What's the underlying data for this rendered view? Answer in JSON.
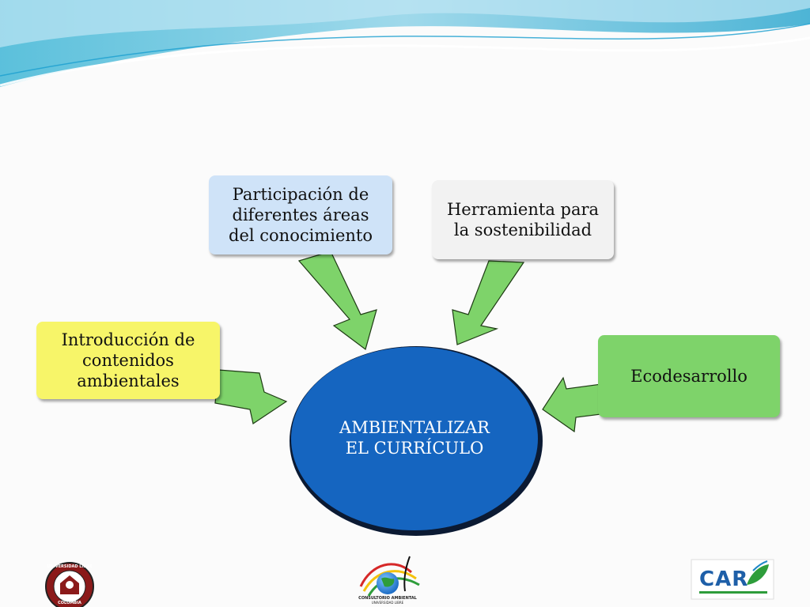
{
  "nodes": {
    "center": {
      "line1": "AMBIENTALIZAR",
      "line2": "EL CURRÍCULO"
    },
    "participacion": "Participación de diferentes áreas del conocimiento",
    "herramienta": "Herramienta para la sostenibilidad",
    "introduccion": "Introducción de contenidos ambientales",
    "ecodesarrollo": "Ecodesarrollo"
  },
  "logos": {
    "car": "CAR",
    "universidad_arc": "UNIVERSIDAD LIBRE",
    "universidad_bottom": "COLOMBIA",
    "consultorio_line1": "CONSULTORIO AMBIENTAL",
    "consultorio_line2": "UNIVERSIDAD LIBRE"
  },
  "colors": {
    "center": "#1565c0",
    "participacion": "#cfe3f8",
    "herramienta": "#f2f2f2",
    "introduccion": "#f7f569",
    "ecodesarrollo": "#7ed36a",
    "arrow": "#7ed36a"
  }
}
